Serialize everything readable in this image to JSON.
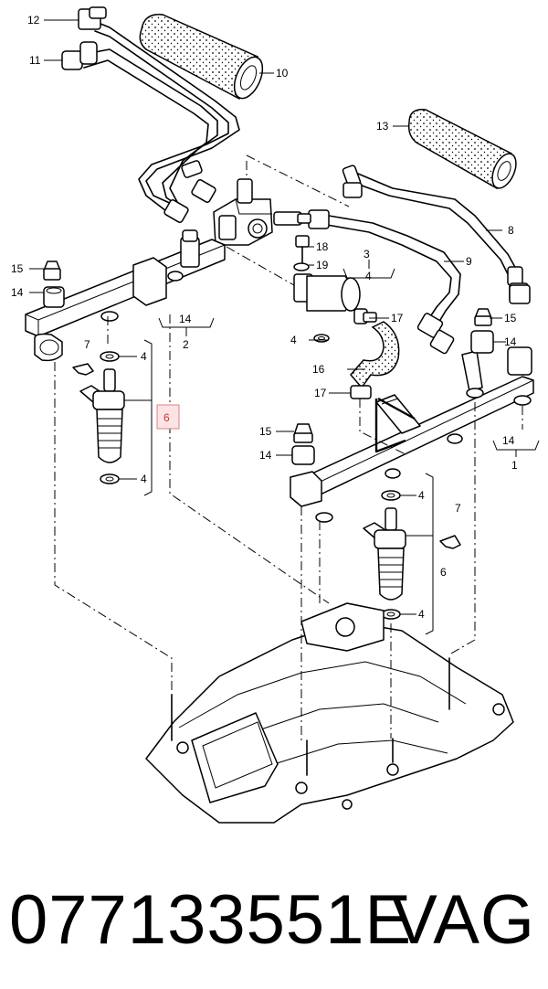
{
  "diagram": {
    "labels": [
      {
        "id": "12",
        "text": "12"
      },
      {
        "id": "11",
        "text": "11"
      },
      {
        "id": "10",
        "text": "10"
      },
      {
        "id": "13",
        "text": "13"
      },
      {
        "id": "8",
        "text": "8"
      },
      {
        "id": "9",
        "text": "9"
      },
      {
        "id": "18",
        "text": "18"
      },
      {
        "id": "3",
        "text": "3"
      },
      {
        "id": "4a",
        "text": "4"
      },
      {
        "id": "19",
        "text": "19"
      },
      {
        "id": "4b",
        "text": "4"
      },
      {
        "id": "17a",
        "text": "17"
      },
      {
        "id": "16",
        "text": "16"
      },
      {
        "id": "17b",
        "text": "17"
      },
      {
        "id": "15a",
        "text": "15"
      },
      {
        "id": "14a",
        "text": "14"
      },
      {
        "id": "14b",
        "text": "14"
      },
      {
        "id": "2",
        "text": "2"
      },
      {
        "id": "7a",
        "text": "7"
      },
      {
        "id": "4c",
        "text": "4"
      },
      {
        "id": "6a",
        "text": "6"
      },
      {
        "id": "4d",
        "text": "4"
      },
      {
        "id": "15b",
        "text": "15"
      },
      {
        "id": "14c",
        "text": "14"
      },
      {
        "id": "15c",
        "text": "15"
      },
      {
        "id": "14d",
        "text": "14"
      },
      {
        "id": "14e",
        "text": "14"
      },
      {
        "id": "1",
        "text": "1"
      },
      {
        "id": "4e",
        "text": "4"
      },
      {
        "id": "7b",
        "text": "7"
      },
      {
        "id": "6b",
        "text": "6"
      },
      {
        "id": "4f",
        "text": "4"
      }
    ],
    "highlight_label": "6",
    "highlight_color": "#cc3333"
  },
  "footer": {
    "part_number": "077133551E",
    "brand": "VAG"
  }
}
